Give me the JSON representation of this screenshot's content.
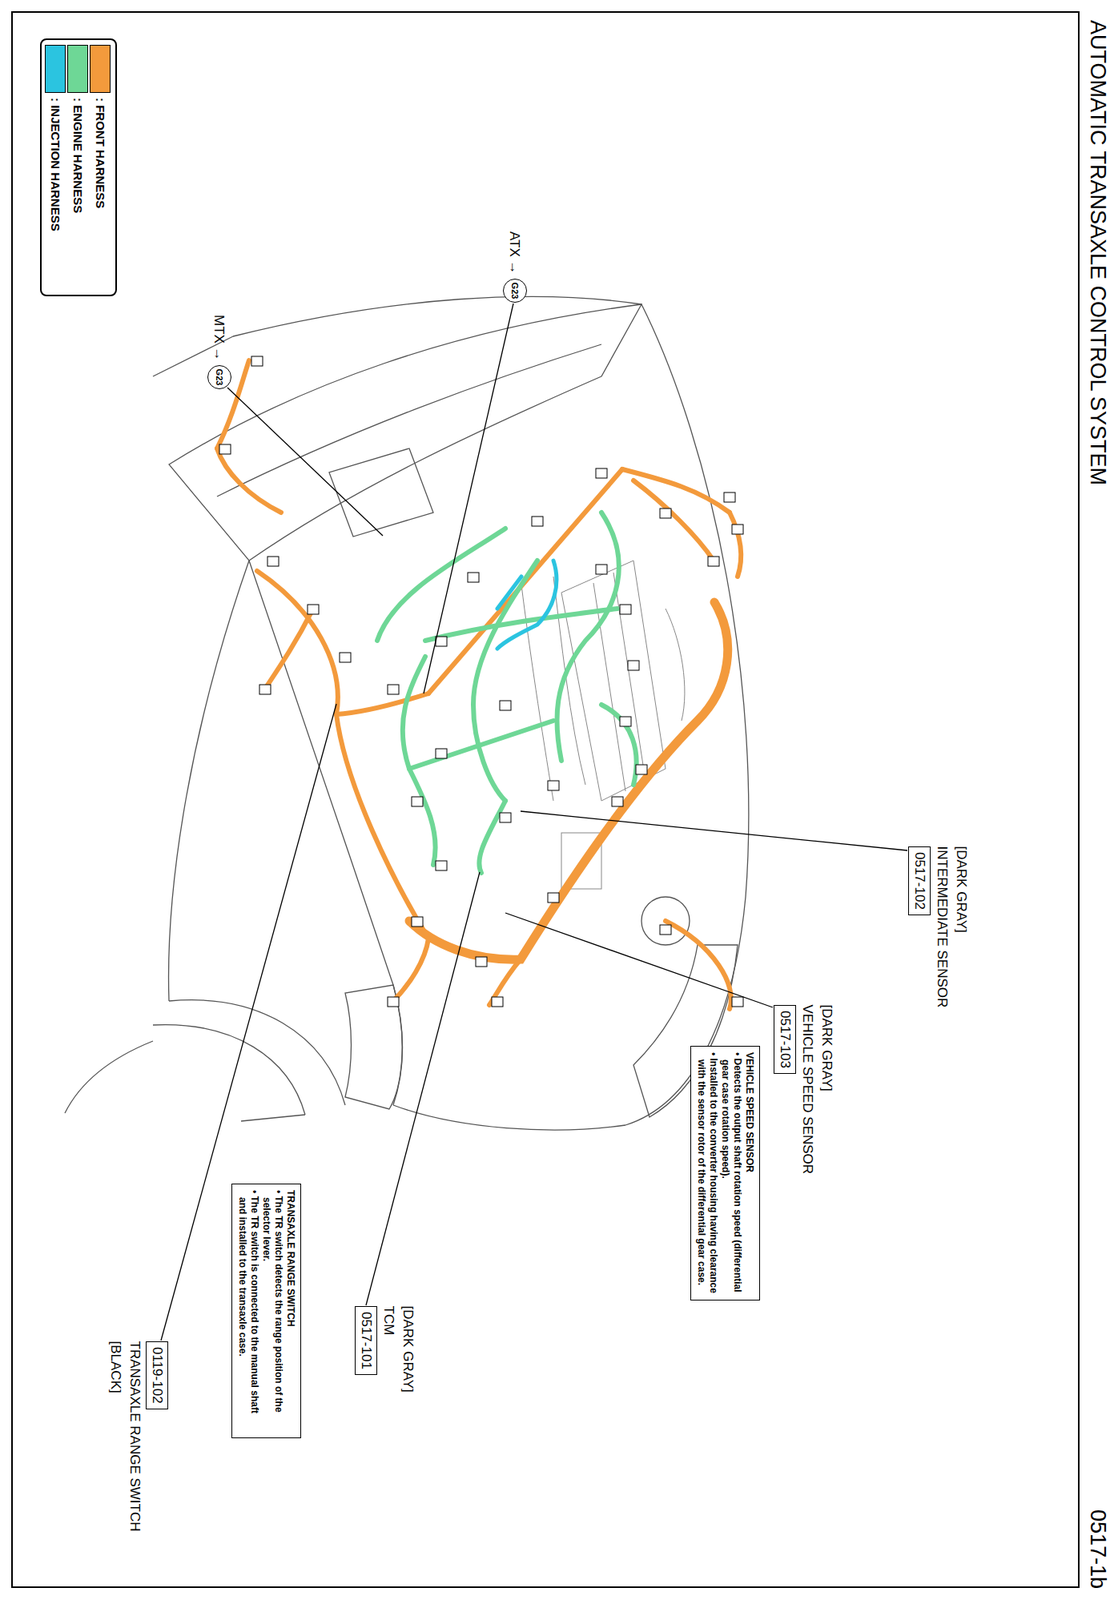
{
  "diagram": {
    "title": "AUTOMATIC TRANSAXLE CONTROL SYSTEM",
    "nodes": [
      {
        "text": [
          "G23"
        ]
      },
      {
        "text": [
          "G23"
        ]
      },
      {
        "text": [
          "0517-102",
          "INTERMEDIATE SENSOR",
          "[DARK GRAY]"
        ]
      },
      {
        "text": [
          "0517-103",
          "VEHICLE SPEED SENSOR",
          "[DARK GRAY]"
        ]
      },
      {
        "text": [
          "VEHICLE SPEED SENSOR",
          "• Detects the output shaft rotation speed (differential gear case rotation speed).",
          "• Installed to the converter housing having clearance with the sensor rotor of the differential gear case."
        ]
      },
      {
        "text": [
          "0517-101",
          "TCM",
          "[DARK GRAY]"
        ]
      },
      {
        "text": [
          "TRANSAXLE RANGE SWITCH",
          "• The TR switch detects the range position of the selector lever.",
          "• The TR switch is connected to the manual shaft and installed to the transaxle case."
        ]
      },
      {
        "text": [
          "0119-102",
          "TRANSAXLE RANGE SWITCH",
          "[BLACK]"
        ]
      }
    ],
    "labels": [
      "0517-1b",
      "ATX →",
      "MTX →"
    ],
    "legend": [
      {
        "text": ": FRONT HARNESS",
        "color": "#f39a3c"
      },
      {
        "text": ": ENGINE HARNESS",
        "color": "#6ed796"
      },
      {
        "text": ": INJECTION HARNESS",
        "color": "#2bc4e0"
      }
    ]
  }
}
